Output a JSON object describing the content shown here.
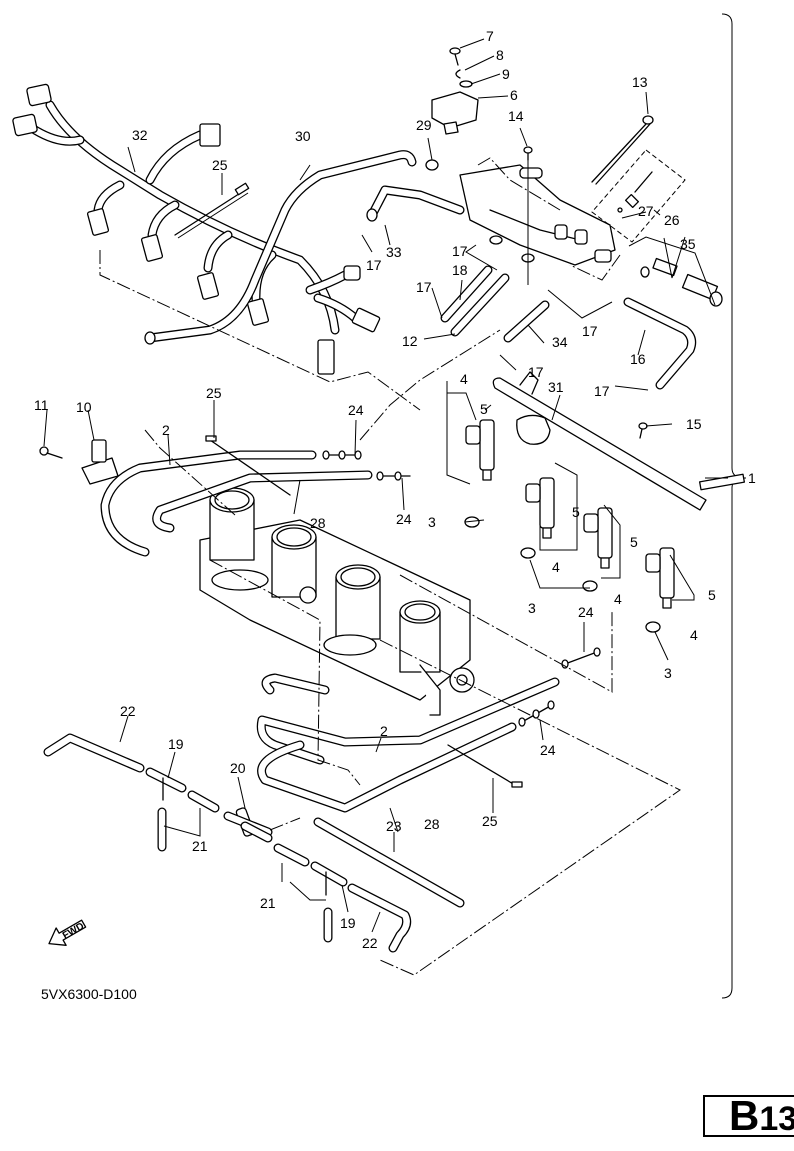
{
  "diagram": {
    "title": "Throttle body / fuel injection parts exploded view",
    "drawing_code": "5VX6300-D100",
    "page_badge": {
      "letter": "B",
      "number": "13"
    },
    "direction_indicator": "FWD",
    "assembly_label": "1",
    "callouts": {
      "c1": "1",
      "c2a": "2",
      "c2b": "2",
      "c3a": "3",
      "c3b": "3",
      "c3c": "3",
      "c4a": "4",
      "c4b": "4",
      "c4c": "4",
      "c4d": "4",
      "c5a": "5",
      "c5b": "5",
      "c5c": "5",
      "c5d": "5",
      "c6": "6",
      "c7": "7",
      "c8": "8",
      "c9": "9",
      "c10": "10",
      "c11": "11",
      "c12": "12",
      "c13": "13",
      "c14": "14",
      "c15": "15",
      "c16": "16",
      "c17a": "17",
      "c17b": "17",
      "c17c": "17",
      "c17d": "17",
      "c17e": "17",
      "c17f": "17",
      "c18": "18",
      "c19a": "19",
      "c19b": "19",
      "c20": "20",
      "c21a": "21",
      "c21b": "21",
      "c22a": "22",
      "c22b": "22",
      "c23": "23",
      "c24a": "24",
      "c24b": "24",
      "c24c": "24",
      "c24d": "24",
      "c25a": "25",
      "c25b": "25",
      "c25c": "25",
      "c26": "26",
      "c27": "27",
      "c28a": "28",
      "c28b": "28",
      "c29": "29",
      "c30": "30",
      "c31": "31",
      "c32": "32",
      "c33": "33",
      "c34": "34",
      "c35": "35"
    }
  }
}
